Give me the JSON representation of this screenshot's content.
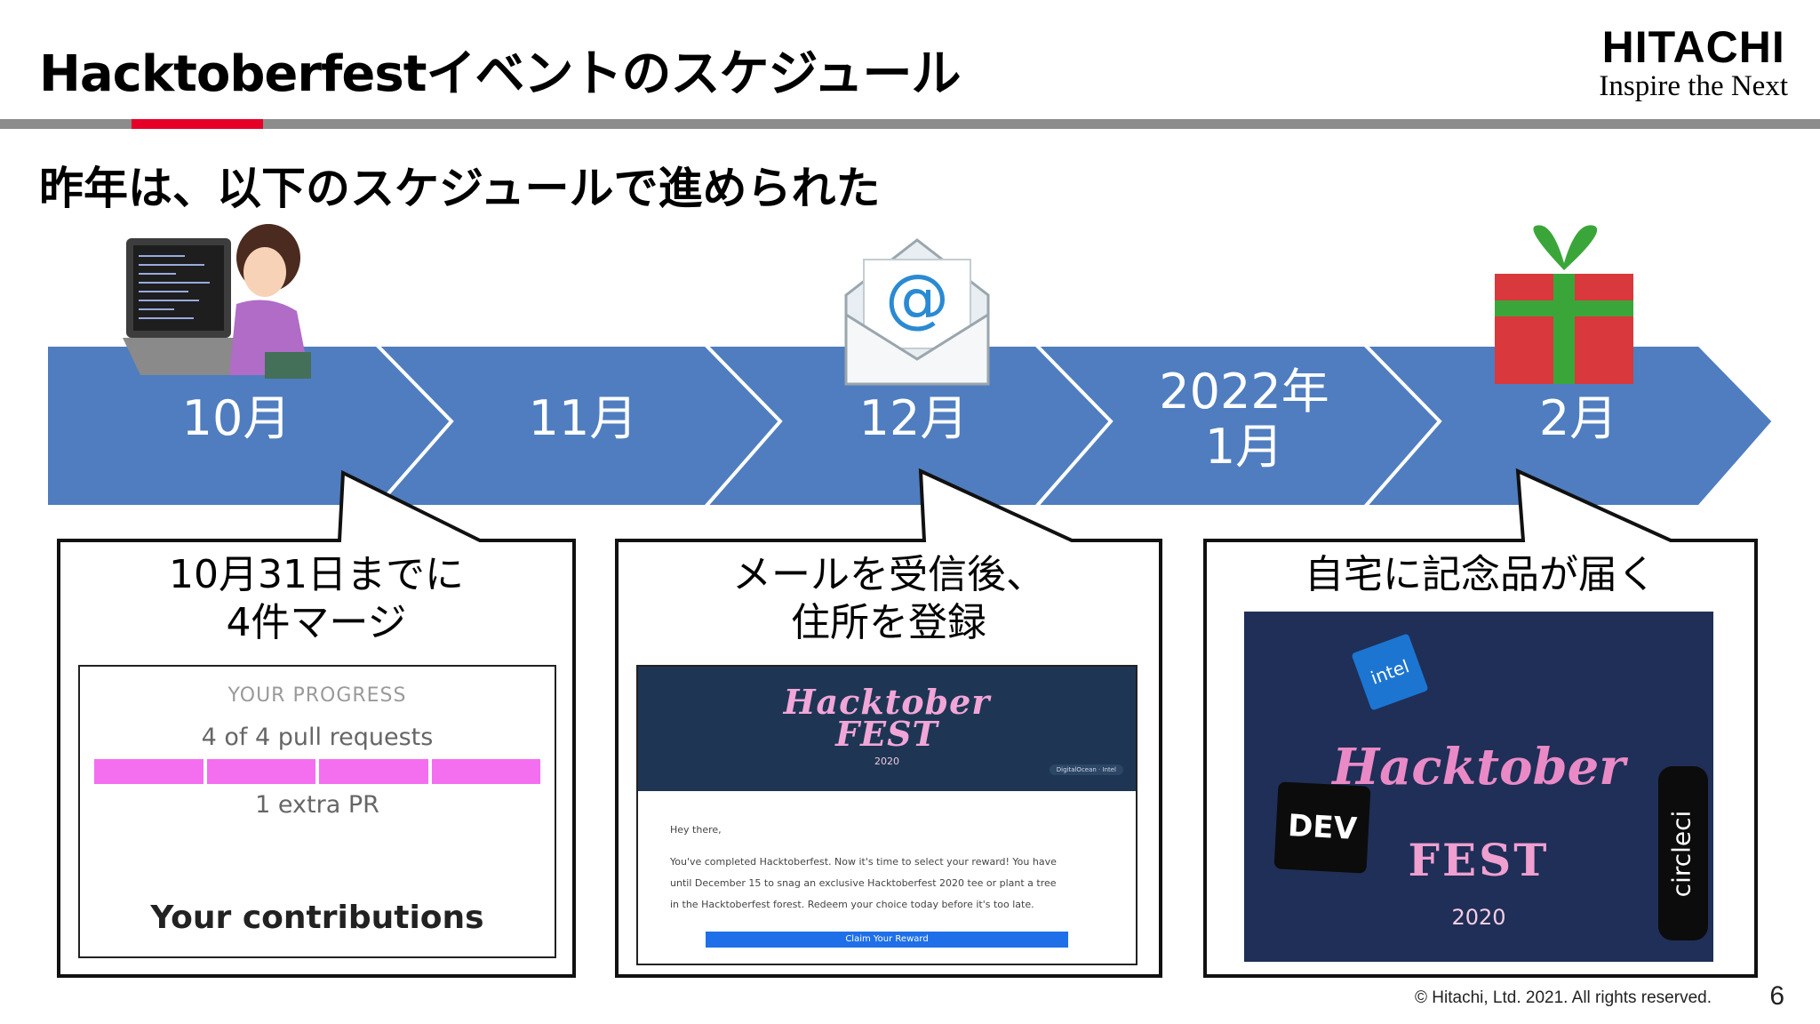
{
  "header": {
    "title": "Hacktoberfestイベントのスケジュール",
    "logo_brand": "HITACHI",
    "logo_tagline": "Inspire the Next"
  },
  "subtitle": "昨年は、以下のスケジュールで進められた",
  "timeline": {
    "months": [
      {
        "label": "10月"
      },
      {
        "label": "11月"
      },
      {
        "label": "12月"
      },
      {
        "label_line1": "2022年",
        "label_line2": "1月"
      },
      {
        "label": "2月"
      }
    ],
    "arrow_color": "#4f7dbf"
  },
  "callouts": [
    {
      "line1": "10月31日までに",
      "line2": "4件マージ"
    },
    {
      "line1": "メールを受信後、",
      "line2": "住所を登録"
    },
    {
      "line1": "自宅に記念品が届く"
    }
  ],
  "progress_panel": {
    "heading": "YOUR PROGRESS",
    "count_text": "4 of 4 pull requests",
    "extra_text": "1 extra PR",
    "contributions_heading": "Your contributions",
    "progress": 1.0
  },
  "email_panel": {
    "brand": "Hacktober\nFEST",
    "year": "2020",
    "sponsors": "DigitalOcean · Intel",
    "greeting": "Hey there,",
    "body_line1": "You've completed Hacktoberfest. Now it's time to select your reward! You have",
    "body_line2": "until December 15 to snag an exclusive Hacktoberfest 2020 tee or plant a tree",
    "body_line3": "in the Hacktoberfest forest. Redeem your choice today before it's too late.",
    "cta_label": "Claim Your Reward"
  },
  "photo_panel": {
    "shirt_title": "Hacktober",
    "shirt_fest": "FEST",
    "shirt_year": "2020",
    "dev_sticker": "DEV",
    "circleci_sticker": "circleci",
    "intel_sticker": "intel"
  },
  "footer": {
    "copyright": "© Hitachi, Ltd. 2021. All rights reserved.",
    "page_number": "6"
  }
}
